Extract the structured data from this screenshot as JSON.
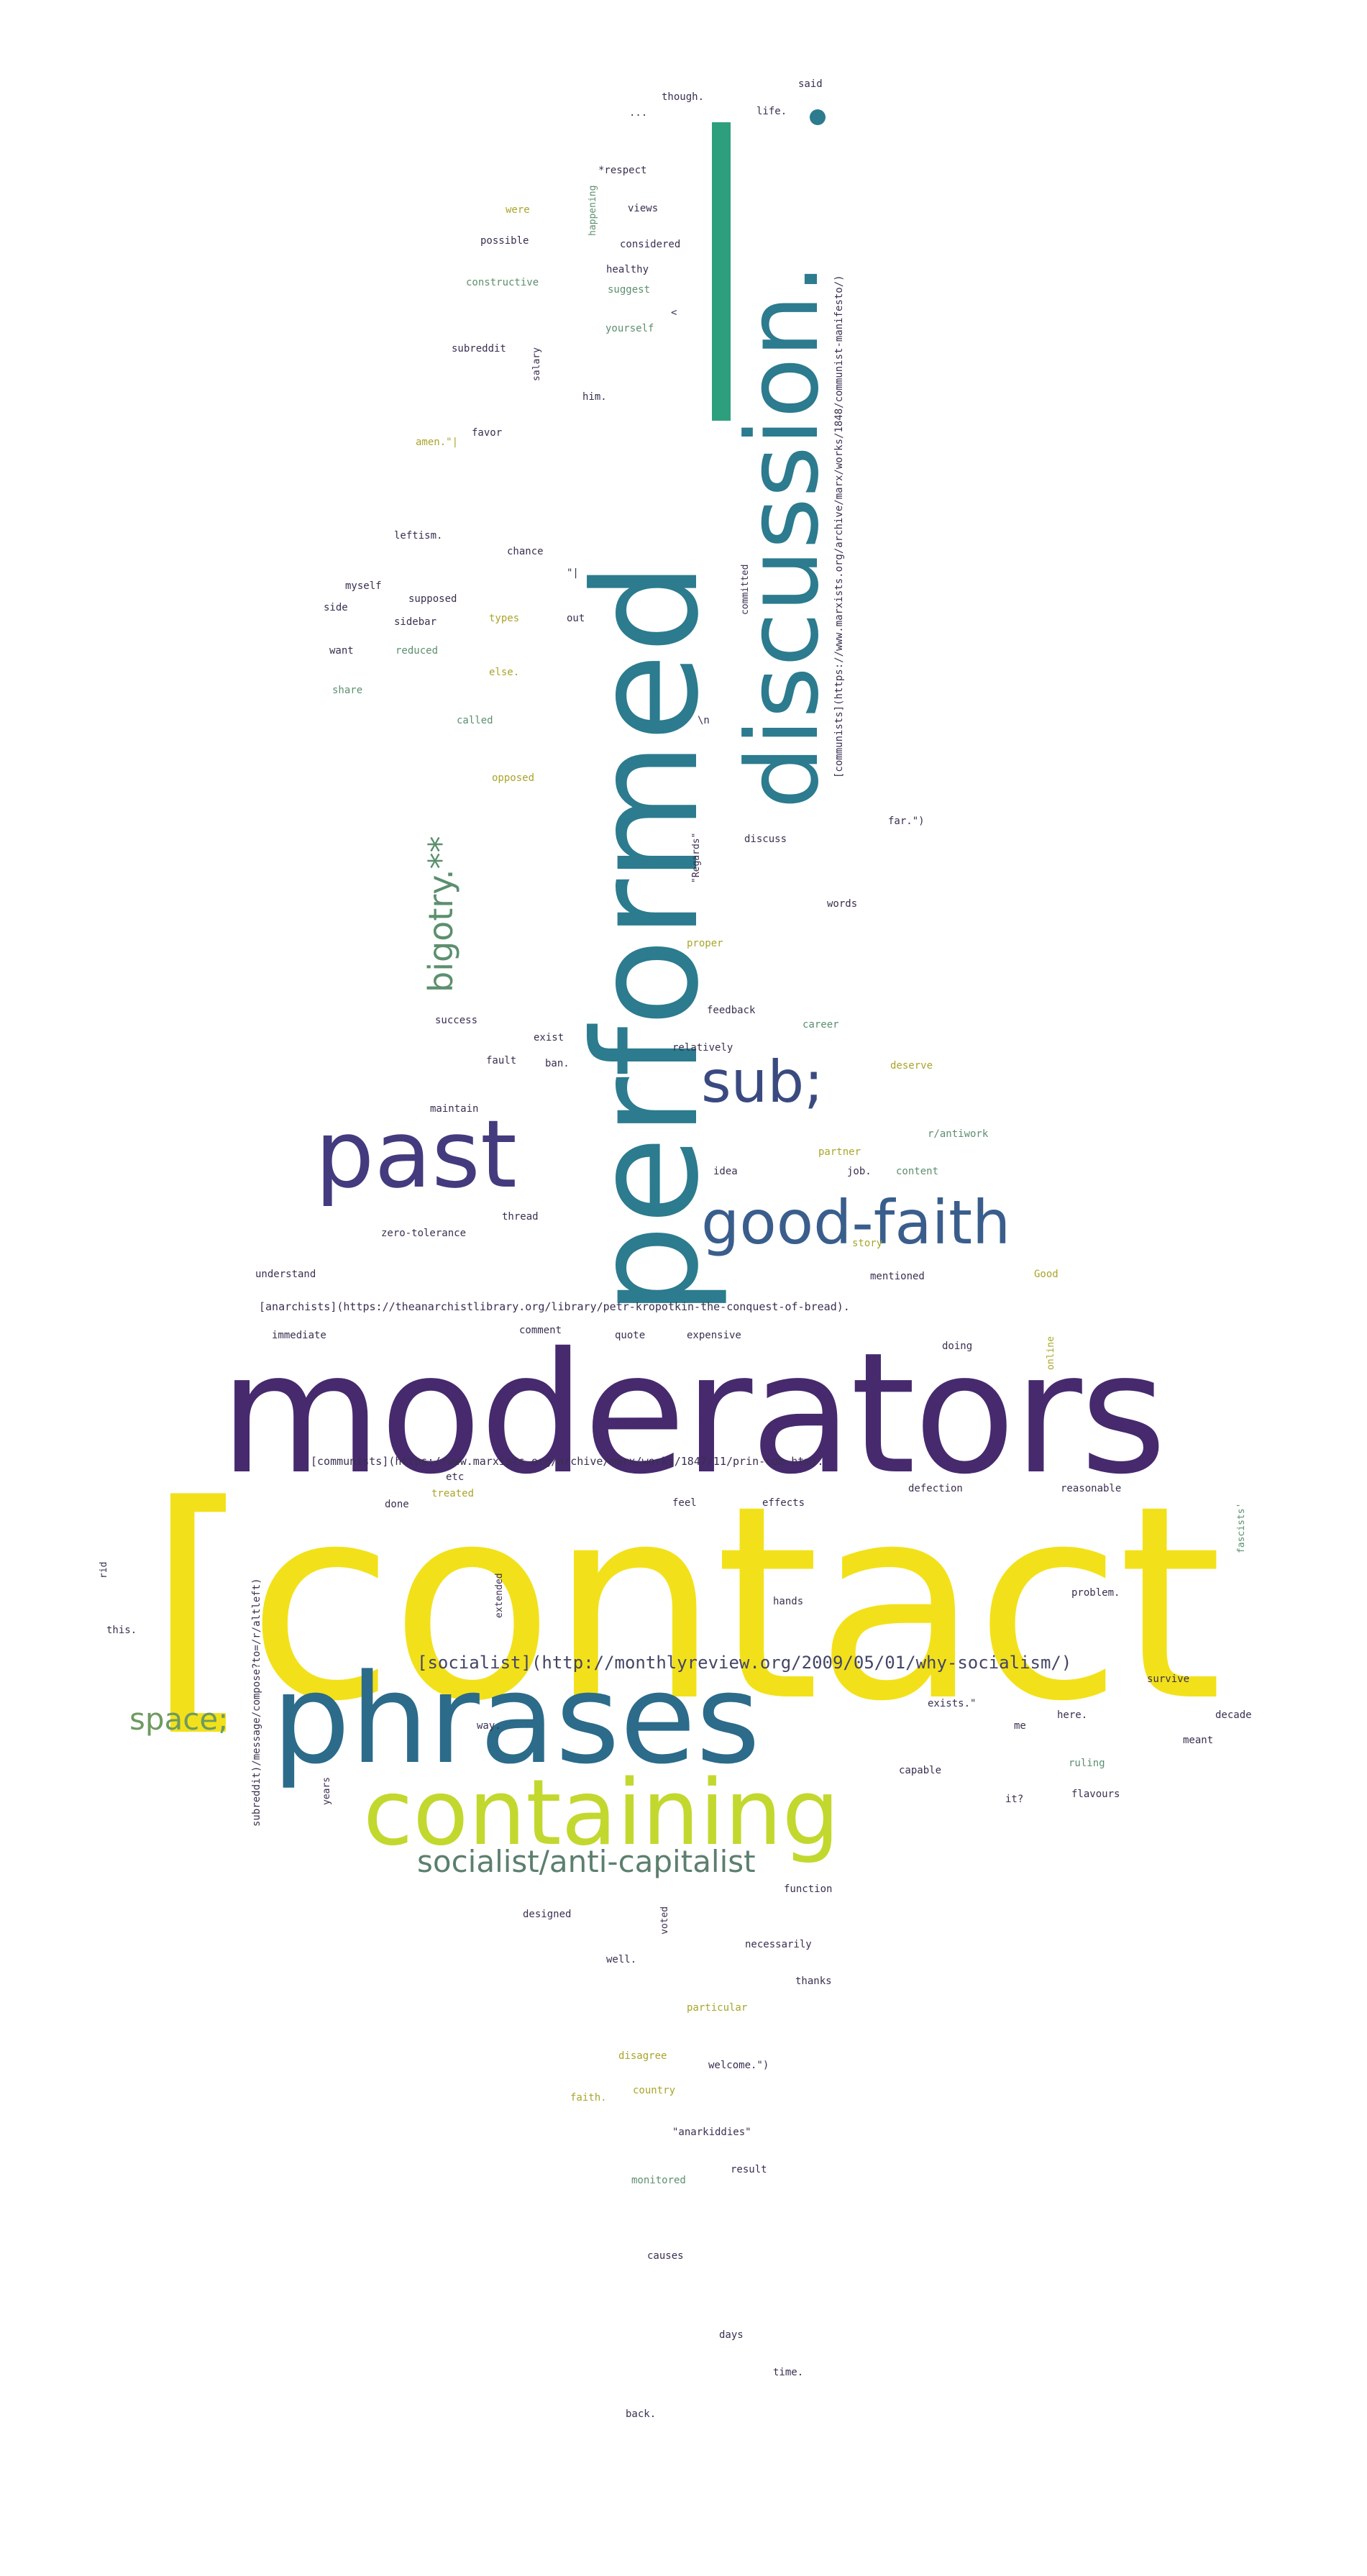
{
  "colors": {
    "background": "#ffffff",
    "yellow": "#f2e11a",
    "yellow_green": "#c2d82e",
    "green": "#2e9f7c",
    "teal": "#2c7b8e",
    "blue": "#3a5e8c",
    "indigo": "#433b7e",
    "purple": "#462a6d",
    "dark": "#3b2f4f",
    "olive": "#a9a52a",
    "slate": "#5c7f6e"
  },
  "words": {
    "contact": "[contact",
    "moderators": "moderators",
    "performed": "performed",
    "discussion": "discussion.",
    "phrases": "phrases",
    "past": "past",
    "containing": "containing",
    "good_faith": "good-faith",
    "sub": "sub;",
    "socialist_anti_capitalist": "socialist/anti-capitalist",
    "bigotry": "bigotry.**",
    "space": "space;",
    "socialist_link": "[socialist](http://monthlyreview.org/2009/05/01/why-socialism/)",
    "anarchists_link": "[anarchists](https://theanarchistlibrary.org/library/petr-kropotkin-the-conquest-of-bread).",
    "communists_link_1": "[communists](https://www.marxists.org/archive/marx/works/1847/11/prin-com.htm).",
    "communists_link_2": "[communists](https://www.marxists.org/archive/marx/works/1848/communist-manifesto/)",
    "subreddit_link": "subreddit)/message/compose?to=/r/altleft)",
    "said": "said",
    "though": "though.",
    "ellipsis": "...",
    "life": "life.",
    "respect": "*respect",
    "views": "views",
    "were": "were",
    "happening": "happening",
    "possible": "possible",
    "considered": "considered",
    "healthy": "healthy",
    "constructive": "constructive",
    "suggest": "suggest",
    "yourself": "yourself",
    "subreddit": "subreddit",
    "salary": "salary",
    "him": "him.",
    "favor": "favor",
    "amen": "amen.\"|",
    "leftism": "leftism.",
    "chance": "chance",
    "myself": "myself",
    "supposed": "supposed",
    "side": "side",
    "sidebar": "sidebar",
    "types": "types",
    "out": "out",
    "want": "want",
    "reduced": "reduced",
    "else": "else.",
    "share": "share",
    "called": "called",
    "opposed": "opposed",
    "committed": "committed",
    "regards": "\"Regards\"",
    "far": "far.\")",
    "discuss": "discuss",
    "words": "words",
    "proper": "proper",
    "feedback": "feedback",
    "success": "success",
    "career": "career",
    "exist": "exist",
    "relatively": "relatively",
    "fault": "fault",
    "ban": "ban.",
    "deserve": "deserve",
    "maintain": "maintain",
    "r_antiwork": "r/antiwork",
    "partner": "partner",
    "idea": "idea",
    "job": "job.",
    "content": "content",
    "story": "story",
    "zero_tolerance": "zero-tolerance",
    "thread": "thread",
    "understand": "understand",
    "mentioned": "mentioned",
    "good": "Good",
    "comment": "comment",
    "immediate": "immediate",
    "quote": "quote",
    "expensive": "expensive",
    "doing": "doing",
    "online": "online",
    "etc": "etc",
    "treated": "treated",
    "done": "done",
    "feel": "feel",
    "effects": "effects",
    "defection": "defection",
    "reasonable": "reasonable",
    "fascists": "fascists'",
    "rid": "rid",
    "extended": "extended",
    "hands": "hands",
    "problem": "problem.",
    "this": "this.",
    "survive": "survive",
    "exists": "exists.\"",
    "here": "here.",
    "decade": "decade",
    "way": "way.",
    "meant": "meant",
    "years": "years",
    "capable": "capable",
    "ruling": "ruling",
    "flavours": "flavours",
    "function": "function",
    "designed": "designed",
    "voted": "voted",
    "necessarily": "necessarily",
    "well": "well.",
    "thanks": "thanks",
    "particular": "particular",
    "disagree": "disagree",
    "welcome": "welcome.\")",
    "faith": "faith.",
    "country": "country",
    "anarkiddies": "\"anarkiddies\"",
    "monitored": "monitored",
    "result": "result",
    "causes": "causes",
    "days": "days",
    "time": "time.",
    "back": "back.",
    "quote_mark": "\"|",
    "n_mark": "\\n",
    "lt_mark": "<",
    "it_mark": "it?",
    "me_mark": "me"
  }
}
